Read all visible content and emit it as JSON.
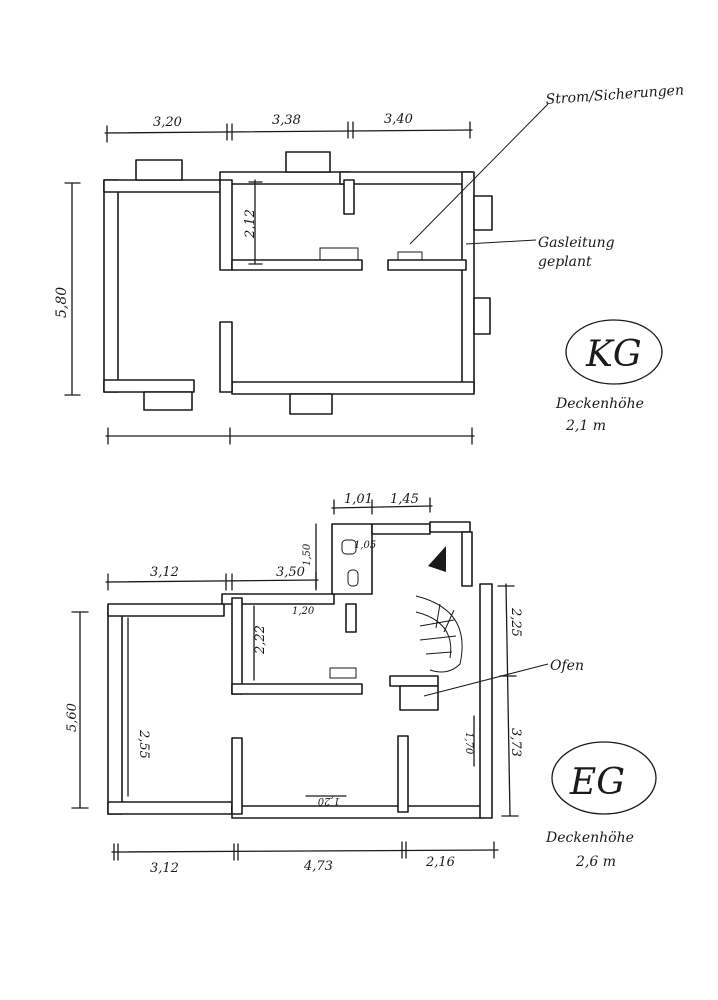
{
  "kg": {
    "dims_top": [
      "3,20",
      "3,38",
      "3,40"
    ],
    "dim_left": "5,80",
    "dim_room": "2,12",
    "note_power": "Strom/Sicherungen",
    "note_gas_line1": "Gasleitung",
    "note_gas_line2": "geplant",
    "floor_label": "KG",
    "ceiling_label": "Deckenhöhe",
    "ceiling_value": "2,1 m"
  },
  "eg": {
    "dims_top_small": [
      "1,01",
      "1,45"
    ],
    "dim_top_left": "3,12",
    "dim_mid_a": "3,50",
    "dim_mid_b": "1,50",
    "dim_wc": "1,05",
    "dim_room_w": "1,20",
    "dim_room_h": "2,22",
    "dim_left": "5,60",
    "dim_inner_left": "2,55",
    "dim_inner_right": "1,70",
    "dim_bottom_inner": "1,20",
    "dim_right_top": "2,25",
    "dim_right_bottom": "3,73",
    "dims_bottom": [
      "3,12",
      "4,73",
      "2,16"
    ],
    "note_oven": "Ofen",
    "floor_label": "EG",
    "ceiling_label": "Deckenhöhe",
    "ceiling_value": "2,6 m"
  }
}
